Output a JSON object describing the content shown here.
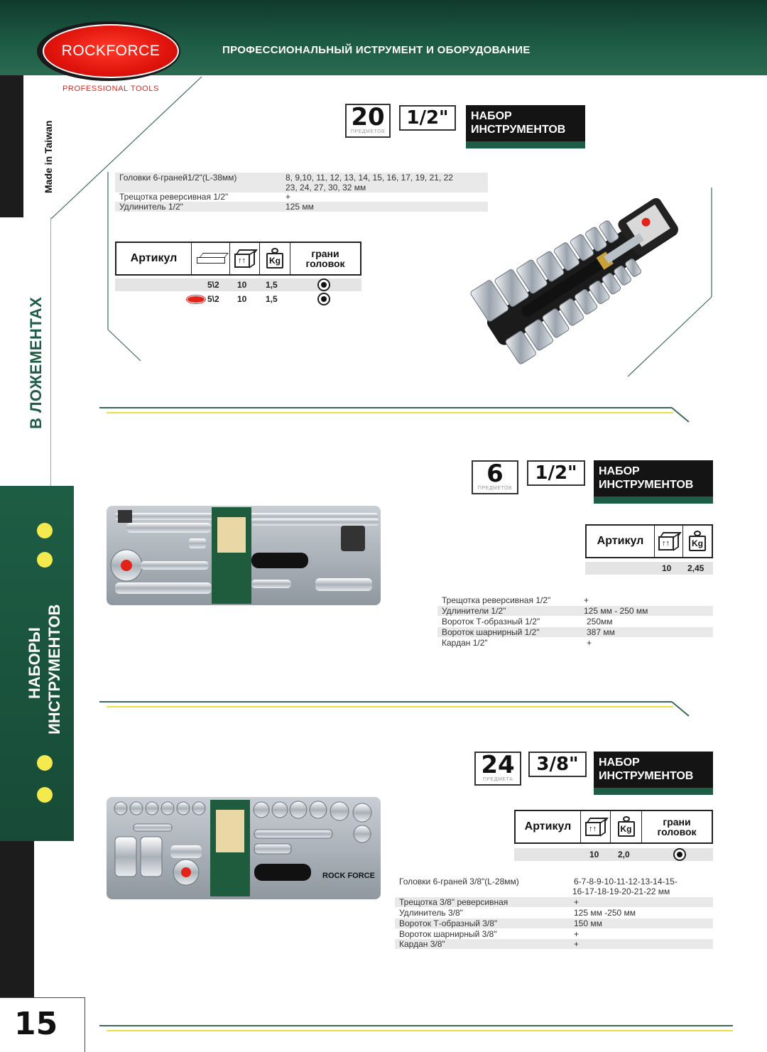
{
  "header": {
    "title": "ПРОФЕССИОНАЛЬНЫЙ ИСТРУМЕНТ И ОБОРУДОВАНИЕ",
    "logo_text": "ROCKFORCE",
    "logo_sub": "PROFESSIONAL TOOLS",
    "colors": {
      "header_green": "#1d5a44",
      "logo_red": "#e2231a",
      "accent_yellow": "#f4ea4e"
    }
  },
  "sidebar": {
    "made_in": "Made in Taiwan",
    "category": "В ЛОЖЕМЕНТАХ",
    "section_line1": "НАБОРЫ",
    "section_line2": "ИНСТРУМЕНТОВ",
    "page_number": "15"
  },
  "table_headers": {
    "article": "Артикул",
    "faces_line1": "грани",
    "faces_line2": "головок",
    "kg": "Kg"
  },
  "sets": [
    {
      "count": "20",
      "count_label": "ПРЕДМЕТОВ",
      "drive": "1/2\"",
      "title_line1": "НАБОР",
      "title_line2": "ИНСТРУМЕНТОВ",
      "specs": [
        {
          "name": "Головки 6-граней1/2\"(L-38мм)",
          "value": "8, 9,10, 11, 12, 13, 14, 15, 16, 17, 19, 21, 22",
          "value2": "23, 24, 27, 30, 32 мм"
        },
        {
          "name": "Трещотка реверсивная 1/2\"",
          "value": "+"
        },
        {
          "name": "Удлинитель 1/2\"",
          "value": "125 мм"
        }
      ],
      "rows": [
        {
          "pack": "5\\2",
          "qty": "10",
          "weight": "1,5"
        },
        {
          "pack": "5\\2",
          "qty": "10",
          "weight": "1,5"
        }
      ]
    },
    {
      "count": "6",
      "count_label": "ПРЕДМЕТОВ",
      "drive": "1/2\"",
      "title_line1": "НАБОР",
      "title_line2": "ИНСТРУМЕНТОВ",
      "rows": [
        {
          "qty": "10",
          "weight": "2,45"
        }
      ],
      "specs": [
        {
          "name": "Трещотка реверсивная 1/2\"",
          "value": "+"
        },
        {
          "name": "Удлинители 1/2\"",
          "value": "125 мм - 250 мм"
        },
        {
          "name": "Вороток Т-образный 1/2\"",
          "value": "250мм"
        },
        {
          "name": "Вороток шарнирный 1/2\"",
          "value": "387 мм"
        },
        {
          "name": "Кардан 1/2\"",
          "value": "+"
        }
      ]
    },
    {
      "count": "24",
      "count_label": "ПРЕДМЕТА",
      "drive": "3/8\"",
      "title_line1": "НАБОР",
      "title_line2": "ИНСТРУМЕНТОВ",
      "rows": [
        {
          "qty": "10",
          "weight": "2,0"
        }
      ],
      "specs": [
        {
          "name": "Головки 6-граней 3/8\"(L-28мм)",
          "value": "6-7-8-9-10-11-12-13-14-15-",
          "value2": "16-17-18-19-20-21-22 мм"
        },
        {
          "name": "Трещотка 3/8\" реверсивная",
          "value": "+"
        },
        {
          "name": "Удлинитель 3/8\"",
          "value": "125 мм -250 мм"
        },
        {
          "name": "Вороток Т-образный 3/8\"",
          "value": "150 мм"
        },
        {
          "name": "Вороток шарнирный 3/8\"",
          "value": "+"
        },
        {
          "name": "Кардан 3/8\"",
          "value": "+"
        }
      ]
    }
  ],
  "tray_label": "ROCK FORCE"
}
